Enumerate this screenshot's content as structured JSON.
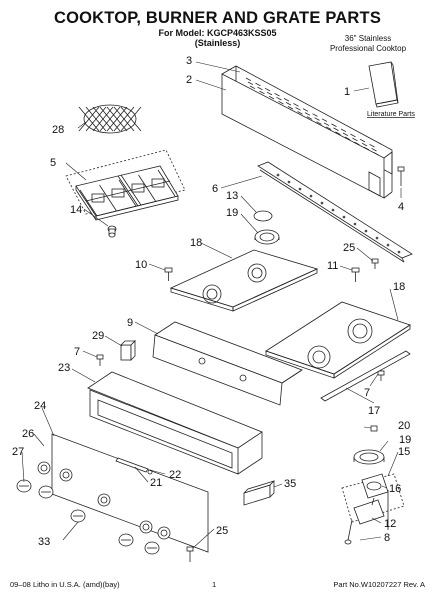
{
  "header": {
    "title": "COOKTOP, BURNER AND GRATE PARTS",
    "model_line": "For Model: KGCP463KSS05",
    "model_sub": "(Stainless)",
    "corner_line1": "36\" Stainless",
    "corner_line2": "Professional Cooktop"
  },
  "literature_label": "Literature Parts",
  "callouts": {
    "c1": "1",
    "c2": "2",
    "c3": "3",
    "c4": "4",
    "c5": "5",
    "c6": "6",
    "c7a": "7",
    "c7b": "7",
    "c8": "8",
    "c9": "9",
    "c10": "10",
    "c11": "11",
    "c12": "12",
    "c13": "13",
    "c14": "14",
    "c15": "15",
    "c16": "16",
    "c17": "17",
    "c18a": "18",
    "c18b": "18",
    "c19a": "19",
    "c19b": "19",
    "c20": "20",
    "c21": "21",
    "c22": "22",
    "c23": "23",
    "c24": "24",
    "c25a": "25",
    "c25b": "25",
    "c26": "26",
    "c27": "27",
    "c28": "28",
    "c29": "29",
    "c33": "33",
    "c35": "35"
  },
  "footer": {
    "left": "09–08 Litho in U.S.A. (amd)(bay)",
    "page": "1",
    "part_no": "Part No.W10207227 Rev. A"
  }
}
